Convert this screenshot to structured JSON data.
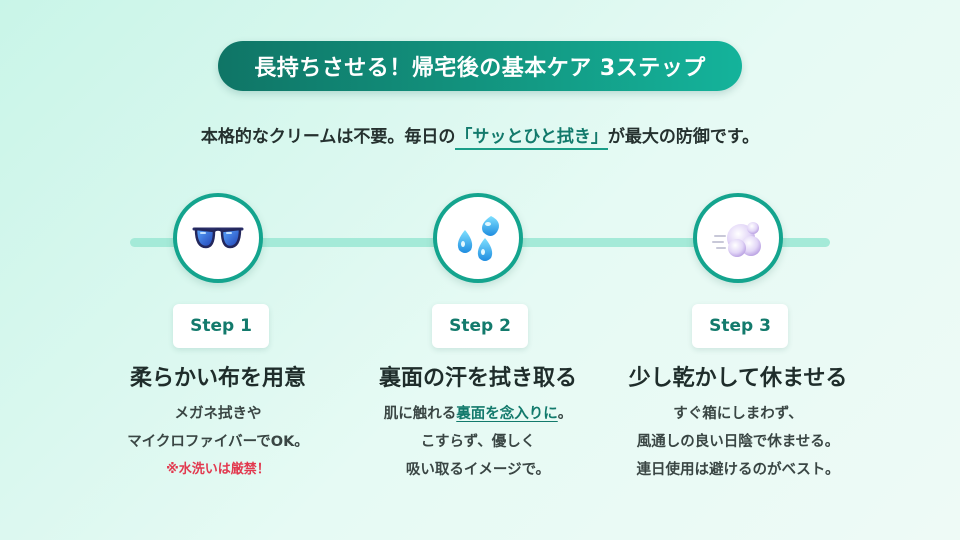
{
  "header": {
    "title": "長持ちさせる！帰宅後の基本ケア 3ステップ",
    "subtitle_pre": "本格的なクリームは不要。毎日の",
    "subtitle_highlight": "「サッとひと拭き」",
    "subtitle_post": "が最大の防御です。"
  },
  "steps": [
    {
      "icon": "sunglasses-icon",
      "badge": "Step 1",
      "title": "柔らかい布を用意",
      "desc_line1": "メガネ拭きや",
      "desc_line2": "マイクロファイバーでOK。",
      "warning": "※水洗いは厳禁！"
    },
    {
      "icon": "sweat-droplets-icon",
      "badge": "Step 2",
      "title": "裏面の汗を拭き取る",
      "desc_line1_pre": "肌に触れる",
      "desc_line1_link": "裏面を念入りに",
      "desc_line1_post": "。",
      "desc_line2": "こすらず、優しく",
      "desc_line3": "吸い取るイメージで。"
    },
    {
      "icon": "dash-cloud-icon",
      "badge": "Step 3",
      "title": "少し乾かして休ませる",
      "desc_line1": "すぐ箱にしまわず、",
      "desc_line2": "風通しの良い日陰で休ませる。",
      "desc_line3": "連日使用は避けるのがベスト。"
    }
  ],
  "colors": {
    "accent": "#14a48e",
    "accent_dark": "#0f7566",
    "track": "#a4ead8",
    "warning": "#e2394f"
  }
}
